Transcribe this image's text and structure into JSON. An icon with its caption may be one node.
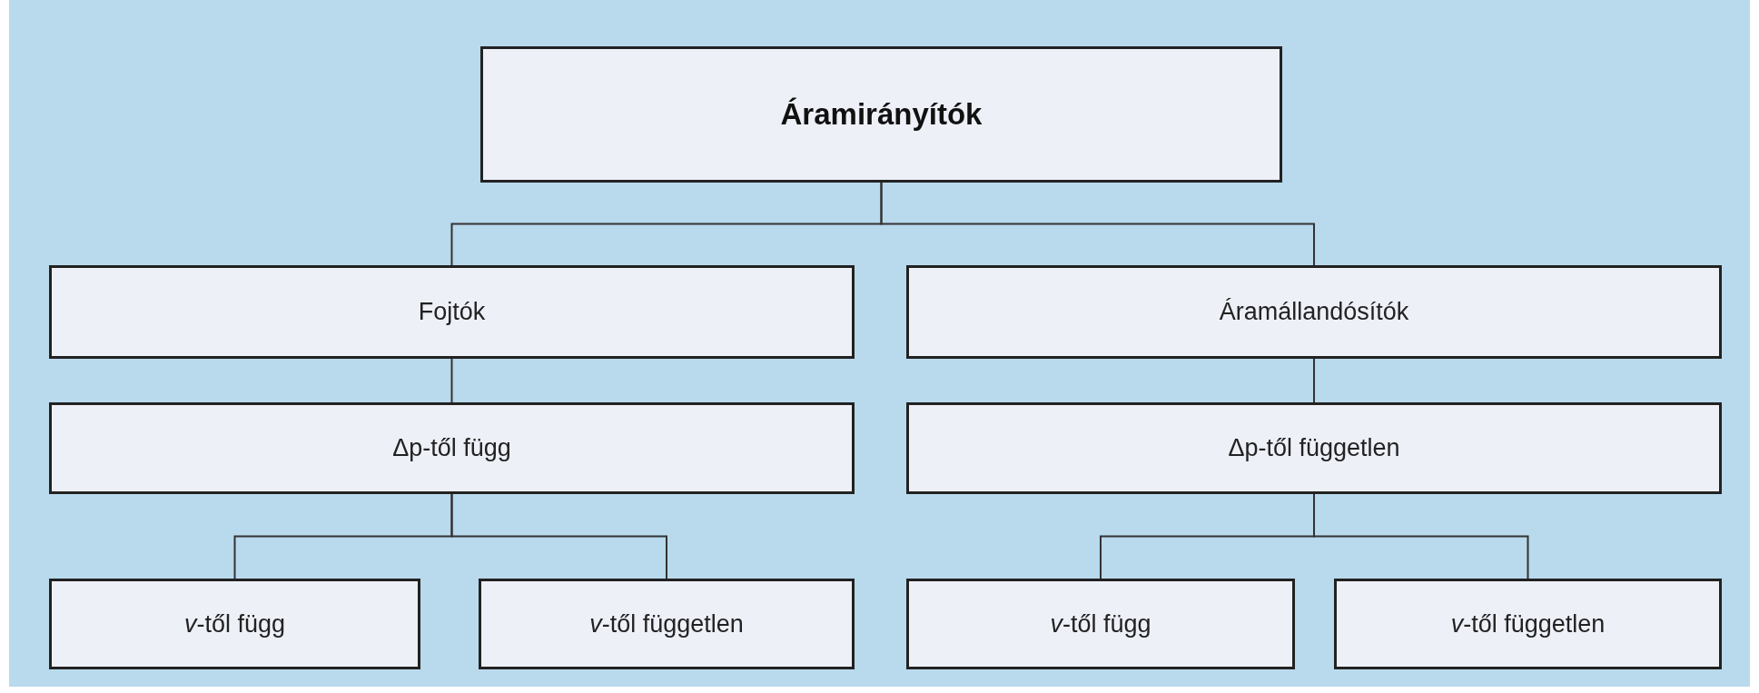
{
  "diagram": {
    "nodes": [
      {
        "text": [
          "Áramirányítók"
        ]
      },
      {
        "text": [
          "Fojtók"
        ]
      },
      {
        "text": [
          "Áramállandósítók"
        ]
      },
      {
        "text": [
          "Δp-től függ"
        ]
      },
      {
        "text": [
          "Δp-től független"
        ]
      },
      {
        "text": [
          "*v*-től függ"
        ]
      },
      {
        "text": [
          "*v*-től független"
        ]
      },
      {
        "text": [
          "*v*-től függ"
        ]
      },
      {
        "text": [
          "*v*-től független"
        ]
      }
    ],
    "edges": [
      {
        "from": 0,
        "to": 1,
        "arrow": "none"
      },
      {
        "from": 0,
        "to": 2,
        "arrow": "none"
      },
      {
        "from": 1,
        "to": 3,
        "arrow": "none"
      },
      {
        "from": 2,
        "to": 4,
        "arrow": "none"
      },
      {
        "from": 3,
        "to": 5,
        "arrow": "none"
      },
      {
        "from": 3,
        "to": 6,
        "arrow": "none"
      },
      {
        "from": 4,
        "to": 7,
        "arrow": "none"
      },
      {
        "from": 4,
        "to": 8,
        "arrow": "none"
      }
    ]
  }
}
